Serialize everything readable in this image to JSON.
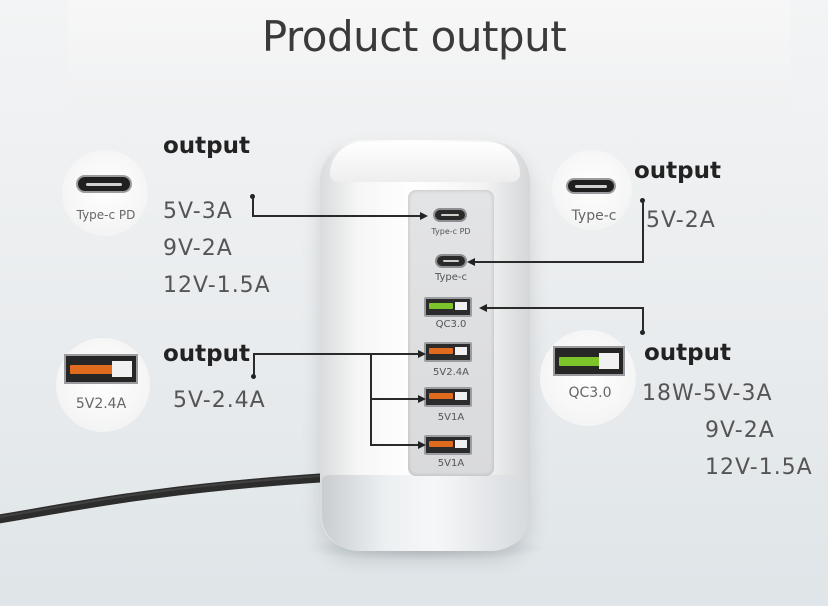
{
  "title": "Product output",
  "left_top": {
    "heading": "output",
    "icon_label": "Type-c PD",
    "specs": [
      "5V-3A",
      "9V-2A",
      "12V-1.5A"
    ]
  },
  "right_top": {
    "heading": "output",
    "icon_label": "Type-c",
    "spec": "5V-2A"
  },
  "left_bottom": {
    "heading": "output",
    "icon_label": "5V2.4A",
    "spec": "5V-2.4A"
  },
  "right_bottom": {
    "heading": "output",
    "icon_label": "QC3.0",
    "specs": [
      "18W-5V-3A",
      "9V-2A",
      "12V-1.5A"
    ]
  },
  "ports": [
    {
      "label": "Type-c PD",
      "kind": "type-c",
      "color": "#2a2a2a"
    },
    {
      "label": "Type-c",
      "kind": "type-c",
      "color": "#2a2a2a"
    },
    {
      "label": "QC3.0",
      "kind": "usb-a",
      "color": "#7cc42a"
    },
    {
      "label": "5V2.4A",
      "kind": "usb-a",
      "color": "#e06a1e"
    },
    {
      "label": "5V1A",
      "kind": "usb-a",
      "color": "#e06a1e"
    },
    {
      "label": "5V1A",
      "kind": "usb-a",
      "color": "#e06a1e"
    }
  ],
  "colors": {
    "qc_green": "#7cc42a",
    "usb_orange": "#e06a1e",
    "text_dark": "#222222",
    "text_gray": "#555555"
  }
}
